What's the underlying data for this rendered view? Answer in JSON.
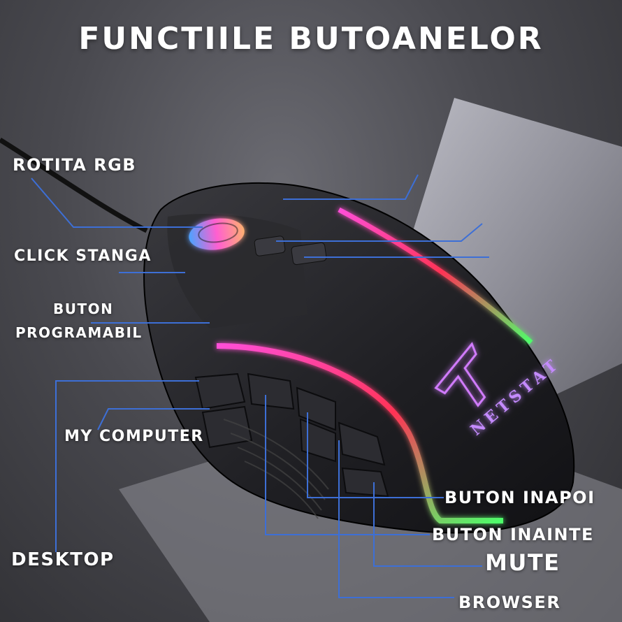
{
  "title": "FUNCTIILE BUTOANELOR",
  "brand": "NETSTAT",
  "labels": {
    "rotita_rgb": "ROTITA RGB",
    "click_stanga": "CLICK STANGA",
    "buton_programabil_line1": "BUTON",
    "buton_programabil_line2": "PROGRAMABIL",
    "my_computer": "MY COMPUTER",
    "desktop": "DESKTOP",
    "buton_inapoi": "BUTON INAPOI",
    "buton_inainte": "BUTON INAINTE",
    "mute": "MUTE",
    "browser": "BROWSER"
  },
  "colors": {
    "callout_line": "#3d6fd6",
    "rgb_pink": "#ff4fd8",
    "rgb_red": "#ff3355",
    "rgb_green": "#4dff6a",
    "mouse_body": "#1c1c1f"
  }
}
